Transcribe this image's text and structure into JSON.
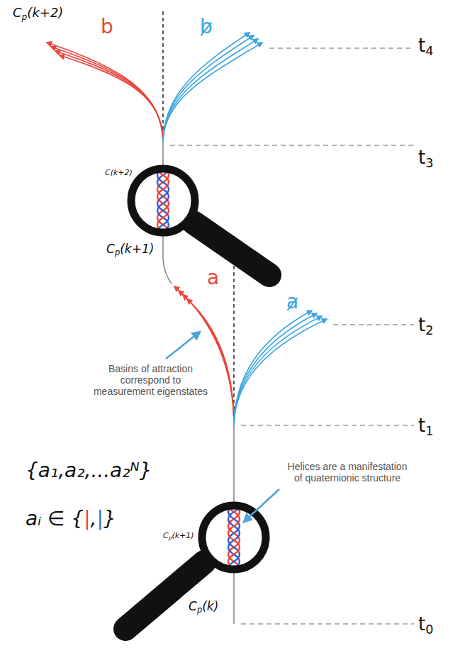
{
  "diagram": {
    "labels": [
      "Cp(k+2)",
      "b",
      "b",
      "t4",
      "t3",
      "C(k+2)",
      "Cp(k+1)",
      "a",
      "a",
      "t2",
      "Basins of attraction correspond to measurement eigenstates",
      "t1",
      "{a₁,a₂,...a₂ᴺ}",
      "aᵢ ∈ {|,|}",
      "Helices are a manifestation of quaternionic structure",
      "Cp(k+1)",
      "Cp(k)",
      "t0"
    ]
  }
}
